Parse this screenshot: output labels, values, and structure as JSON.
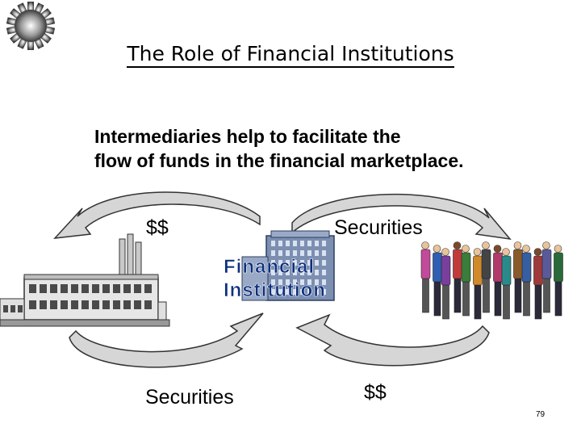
{
  "slide": {
    "title": "The Role of Financial Institutions",
    "subtitle_line1": "Intermediaries help to facilitate the",
    "subtitle_line2": "flow of funds in the financial marketplace.",
    "page_number": "79"
  },
  "diagram": {
    "top_left_label": "$$",
    "top_right_label": "Securities",
    "bottom_left_label": "Securities",
    "bottom_right_label": "$$",
    "institution_line1": "Financial",
    "institution_line2": "Institution"
  },
  "colors": {
    "arrow_fill": "#d6d6d6",
    "arrow_stroke": "#333333",
    "institution_text": "#0c2f7d",
    "building": "#7d8fb0"
  }
}
